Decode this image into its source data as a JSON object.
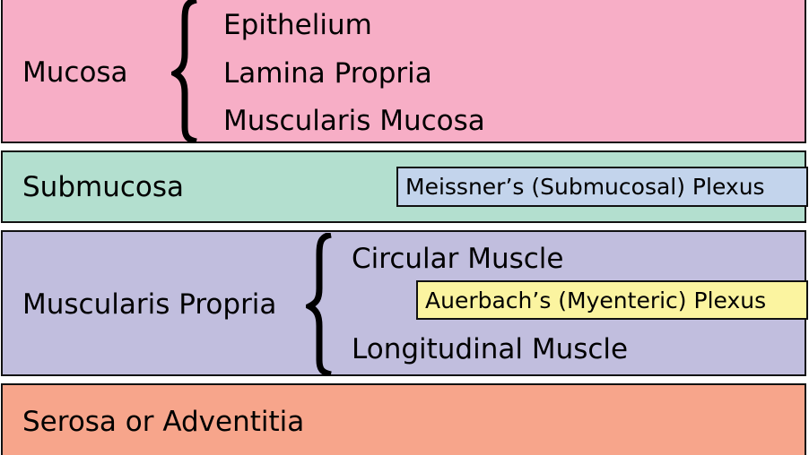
{
  "layers": {
    "mucosa": {
      "label": "Mucosa",
      "color": "#f7aec6",
      "sublayers": [
        "Epithelium",
        "Lamina Propria",
        "Muscularis Mucosa"
      ]
    },
    "submucosa": {
      "label": "Submucosa",
      "color": "#b3dfcf",
      "plexus": {
        "label": "Meissner’s (Submucosal) Plexus",
        "color": "#c3d4ec"
      }
    },
    "muscularis_propria": {
      "label": "Muscularis Propria",
      "color": "#c1bede",
      "sublayers": [
        "Circular Muscle",
        "Longitudinal Muscle"
      ],
      "plexus": {
        "label": "Auerbach’s (Myenteric) Plexus",
        "color": "#fbf4a0"
      }
    },
    "serosa": {
      "label": "Serosa or Adventitia",
      "color": "#f7a58b"
    }
  }
}
